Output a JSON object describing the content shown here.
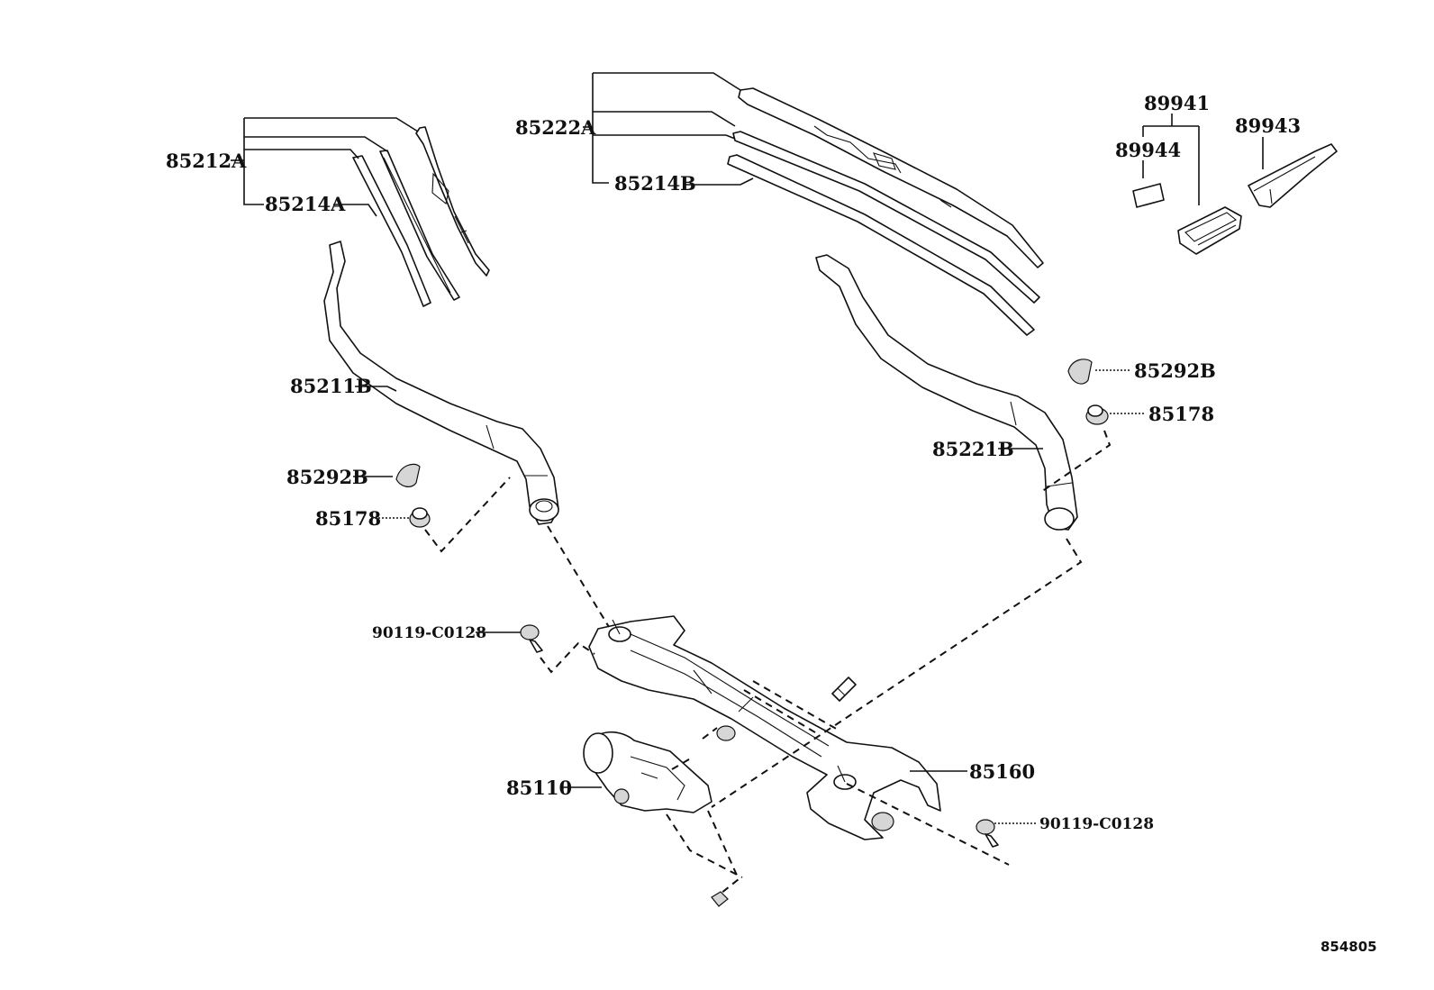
{
  "labels": {
    "wiper_blade_left": "85212A",
    "blade_rubber_left": "85214A",
    "wiper_blade_right": "85222A",
    "blade_rubber_right": "85214B",
    "wiper_arm_left": "85211B",
    "wiper_arm_right": "85221B",
    "arm_head_cap_left": "85292B",
    "arm_head_cap_right": "85292B",
    "arm_nut_left": "85178",
    "arm_nut_right": "85178",
    "adapter_assembly": "89941",
    "adapter_cover": "89943",
    "adapter_label": "89944",
    "bolt_left": "90119-C0128",
    "bolt_right": "90119-C0128",
    "wiper_motor": "85110",
    "wiper_link": "85160"
  },
  "diagram_ref": "854805"
}
